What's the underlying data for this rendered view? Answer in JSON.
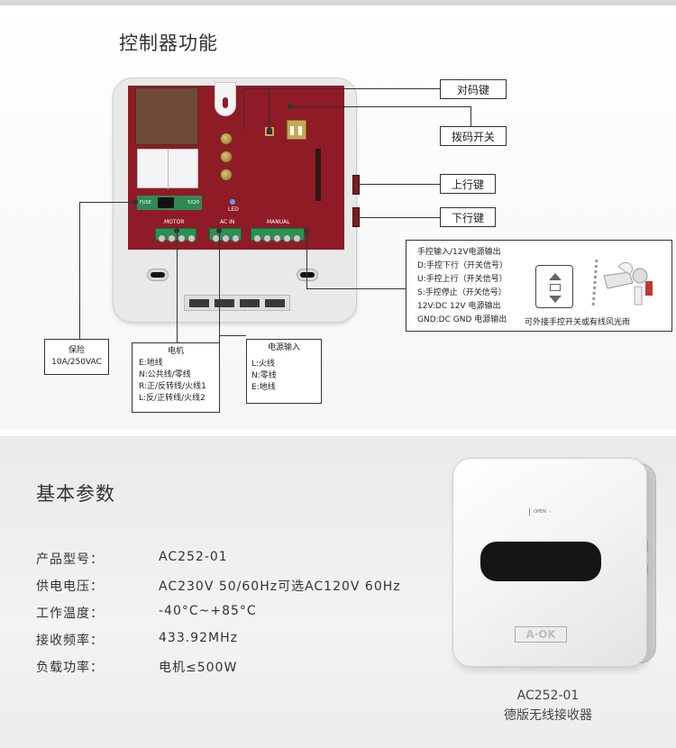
{
  "section1": {
    "title": "控制器功能",
    "board": {
      "fuse_label": "FUSE",
      "fuse_spec": "5X20",
      "led_label": "LED",
      "terminal_motor": "MOTOR",
      "terminal_acin": "AC IN",
      "terminal_manual": "MANUAL"
    },
    "callouts": {
      "pair_key": "对码键",
      "dip_switch": "拨码开关",
      "up_key": "上行键",
      "down_key": "下行键"
    },
    "fuse_box": {
      "line1": "保险",
      "line2": "10A/250VAC"
    },
    "motor_box": {
      "title": "电机",
      "lines": [
        "E:地线",
        "N:公共线/零线",
        "R:正/反转线/火线1",
        "L:反/正转线/火线2"
      ]
    },
    "power_box": {
      "title": "电源输入",
      "lines": [
        "L:火线",
        "N:零线",
        "E:地线"
      ]
    },
    "manual_box": {
      "lines": [
        "手控输入/12V电源输出",
        "D:手控下行（开关信号）",
        "U:手控上行（开关信号）",
        "S:手控停止（开关信号）",
        "12V:DC 12V 电源输出",
        "GND:DC GND 电源输出"
      ],
      "note": "可外接手控开关或有线风光雨"
    }
  },
  "section2": {
    "title": "基本参数",
    "params": [
      {
        "label": "产品型号：",
        "value": "AC252-01"
      },
      {
        "label": "供电电压：",
        "value": "AC230V 50/60Hz可选AC120V 60Hz"
      },
      {
        "label": "工作温度：",
        "value": "-40°C~+85°C"
      },
      {
        "label": "接收频率：",
        "value": "433.92MHz"
      },
      {
        "label": "负载功率：",
        "value": "电机≤500W"
      }
    ],
    "device": {
      "open_label": "OPEN",
      "logo": "A·OK",
      "model": "AC252-01",
      "name": "德版无线接收器"
    }
  }
}
